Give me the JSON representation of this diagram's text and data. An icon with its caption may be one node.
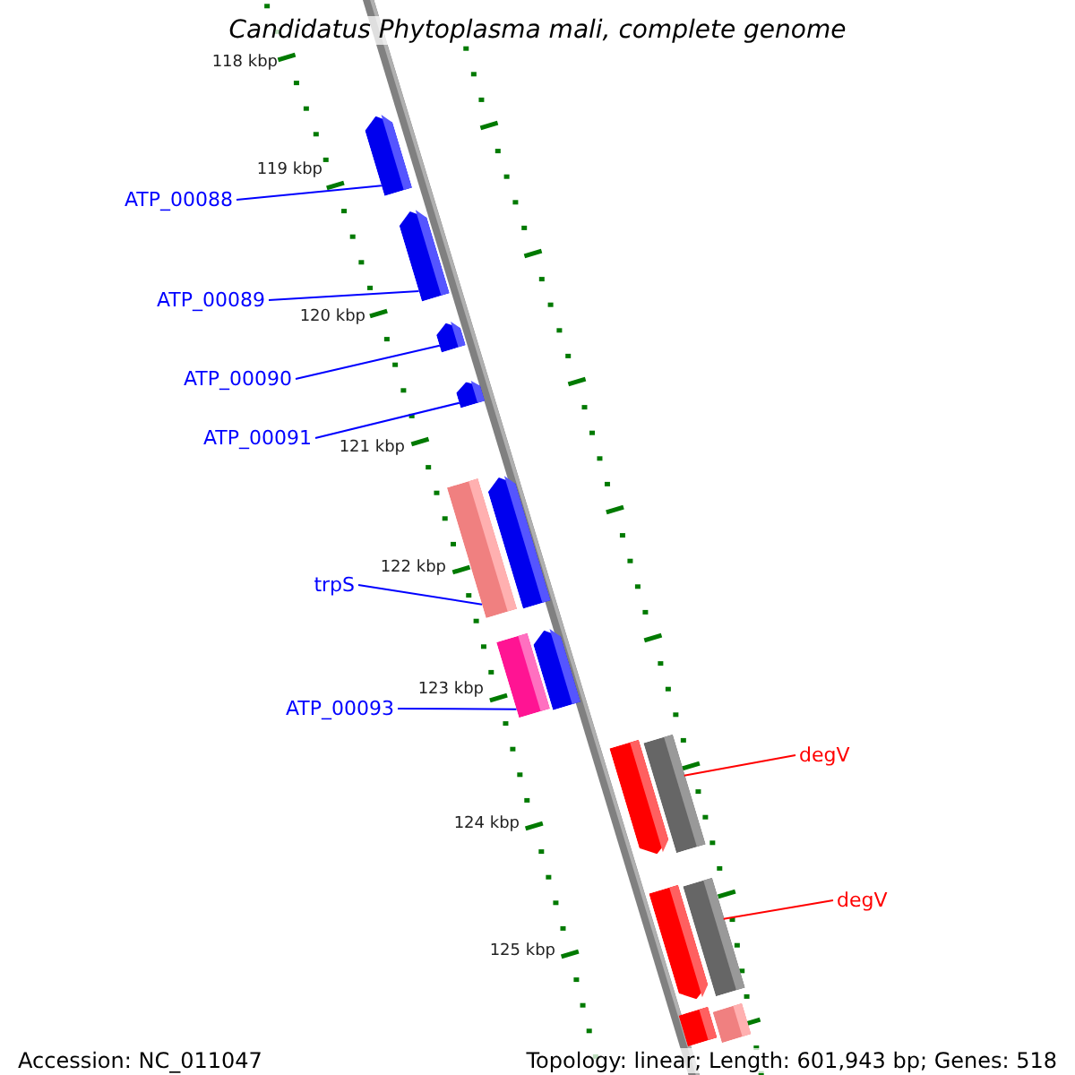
{
  "diagram": {
    "title": "Candidatus Phytoplasma mali, complete genome",
    "nodes": [
      {
        "text": [
          "ATP_00088"
        ]
      },
      {
        "text": [],
        "shape": "arrow"
      },
      {
        "text": [
          "ATP_00089"
        ]
      },
      {
        "text": [],
        "shape": "arrow"
      },
      {
        "text": [
          "ATP_00090"
        ]
      },
      {
        "text": [],
        "shape": "arrow"
      },
      {
        "text": [
          "ATP_00091"
        ]
      },
      {
        "text": [],
        "shape": "arrow"
      },
      {
        "text": [],
        "shape": "bar"
      },
      {
        "text": [],
        "shape": "arrow"
      },
      {
        "text": [
          "trpS"
        ]
      },
      {
        "text": [],
        "shape": "bar"
      },
      {
        "text": [],
        "shape": "arrow"
      },
      {
        "text": [
          "ATP_00093"
        ]
      },
      {
        "text": [],
        "shape": "arrow"
      },
      {
        "text": [],
        "shape": "bar"
      },
      {
        "text": [
          "degV"
        ]
      },
      {
        "text": [],
        "shape": "arrow"
      },
      {
        "text": [],
        "shape": "bar"
      },
      {
        "text": [
          "degV"
        ]
      },
      {
        "text": [],
        "shape": "bar"
      },
      {
        "text": [],
        "shape": "bar"
      }
    ],
    "edges": [
      {
        "from": 0,
        "to": 1,
        "arrow": "none"
      },
      {
        "from": 2,
        "to": 3,
        "arrow": "none"
      },
      {
        "from": 4,
        "to": 5,
        "arrow": "none"
      },
      {
        "from": 6,
        "to": 7,
        "arrow": "none"
      },
      {
        "from": 10,
        "to": 8,
        "arrow": "none"
      },
      {
        "from": 13,
        "to": 11,
        "arrow": "none"
      },
      {
        "from": 16,
        "to": 15,
        "arrow": "none",
        "color": "#ff0000"
      },
      {
        "from": 19,
        "to": 18,
        "arrow": "none",
        "color": "#ff0000"
      }
    ],
    "labels": [
      "118 kbp",
      "119 kbp",
      "120 kbp",
      "121 kbp",
      "122 kbp",
      "123 kbp",
      "124 kbp",
      "125 kbp",
      "Accession: NC_011047",
      "Topology: linear; Length: 601,943 bp; Genes: 518"
    ]
  }
}
